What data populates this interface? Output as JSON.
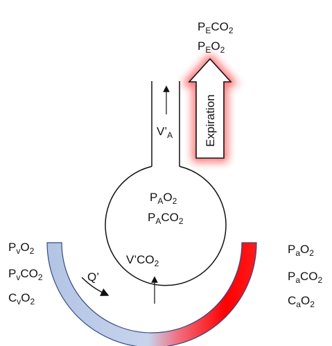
{
  "expired_gas": {
    "line1": {
      "main": "P",
      "sub": "E",
      "rest": "CO",
      "rest_sub": "2"
    },
    "line2": {
      "main": "P",
      "sub": "E",
      "rest": "O",
      "rest_sub": "2"
    }
  },
  "expiration_arrow": {
    "label": "Expiration",
    "glow_color": "#ff2020"
  },
  "ventilation": {
    "main": "V’",
    "sub": "A"
  },
  "alveolus": {
    "line1": {
      "main": "P",
      "sub": "A",
      "rest": "O",
      "rest_sub": "2"
    },
    "line2": {
      "main": "P",
      "sub": "A",
      "rest": "CO",
      "rest_sub": "2"
    }
  },
  "co2_output": {
    "main": "V’CO",
    "sub": "2"
  },
  "blood_flow": {
    "label": "Q’"
  },
  "venous": {
    "line1": {
      "main": "P",
      "sub": "v",
      "rest": "O",
      "rest_sub": "2"
    },
    "line2": {
      "main": "P",
      "sub": "v",
      "rest": "CO",
      "rest_sub": "2"
    },
    "line3": {
      "main": "C",
      "sub": "v",
      "rest": "O",
      "rest_sub": "2"
    }
  },
  "arterial": {
    "line1": {
      "main": "P",
      "sub": "a",
      "rest": "O",
      "rest_sub": "2"
    },
    "line2": {
      "main": "P",
      "sub": "a",
      "rest": "CO",
      "rest_sub": "2"
    },
    "line3": {
      "main": "C",
      "sub": "a",
      "rest": "O",
      "rest_sub": "2"
    }
  },
  "colors": {
    "venous_blood": "#b8c8e6",
    "arterial_blood": "#ff1010",
    "capillary_outline": "#2e4a8f"
  }
}
